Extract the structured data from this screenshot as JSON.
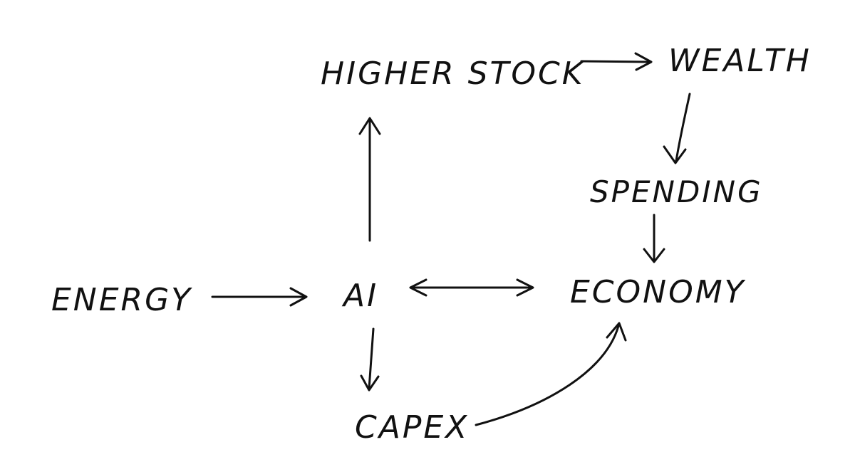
{
  "nodes": {
    "higher_stock": "HIGHER STOCK",
    "wealth": "WEALTH",
    "spending": "SPENDING",
    "energy": "ENERGY",
    "ai": "AI",
    "economy": "ECONOMY",
    "capex": "CAPEX"
  },
  "colors": {
    "ink": "#111111",
    "background": "#ffffff"
  }
}
